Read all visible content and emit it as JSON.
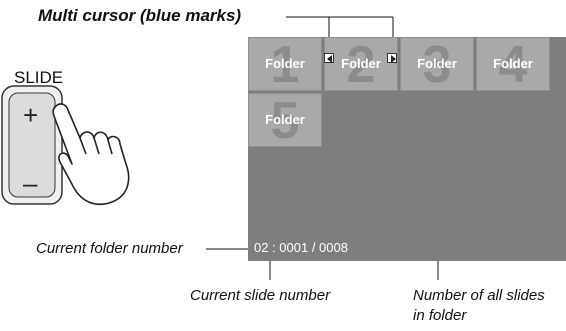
{
  "callout_title": "Multi cursor (blue marks)",
  "slide_button": {
    "label": "SLIDE",
    "plus": "+",
    "minus": "–"
  },
  "tiles": [
    {
      "number": "1",
      "label": "Folder"
    },
    {
      "number": "2",
      "label": "Folder"
    },
    {
      "number": "3",
      "label": "Folder"
    },
    {
      "number": "4",
      "label": "Folder"
    },
    {
      "number": "5",
      "label": "Folder"
    }
  ],
  "status_text": "02 : 0001 / 0008",
  "annotations": {
    "current_folder": "Current folder number",
    "current_slide": "Current slide number",
    "all_slides_line1": "Number of all slides",
    "all_slides_line2": "in folder"
  },
  "colors": {
    "screen": "#7e7e7e",
    "tile": "#a9a9a9",
    "tile_number": "#8c8c8c",
    "text_on_screen": "#ffffff"
  },
  "icons": [
    "left-arrow-marker-icon",
    "right-arrow-marker-icon",
    "pointing-hand-icon"
  ]
}
